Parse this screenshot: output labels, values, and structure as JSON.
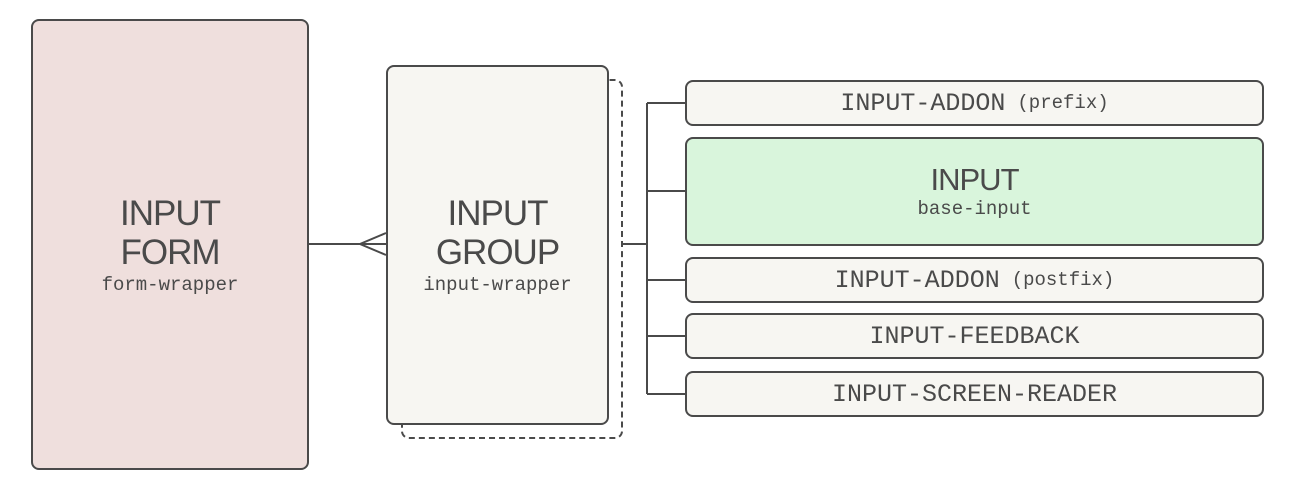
{
  "form": {
    "title_line1": "INPUT",
    "title_line2": "FORM",
    "subtitle": "form-wrapper"
  },
  "group": {
    "title_line1": "INPUT",
    "title_line2": "GROUP",
    "subtitle": "input-wrapper"
  },
  "children": {
    "addon_prefix": {
      "label": "INPUT-ADDON",
      "suffix": "(prefix)"
    },
    "input": {
      "label": "INPUT",
      "subtitle": "base-input"
    },
    "addon_postfix": {
      "label": "INPUT-ADDON",
      "suffix": "(postfix)"
    },
    "feedback": {
      "label": "INPUT-FEEDBACK"
    },
    "screen_reader": {
      "label": "INPUT-SCREEN-READER"
    }
  },
  "colors": {
    "form_fill": "#efdfdd",
    "group_fill": "#f7f6f2",
    "input_fill": "#d9f5dc",
    "stroke": "#4a4a4a"
  }
}
